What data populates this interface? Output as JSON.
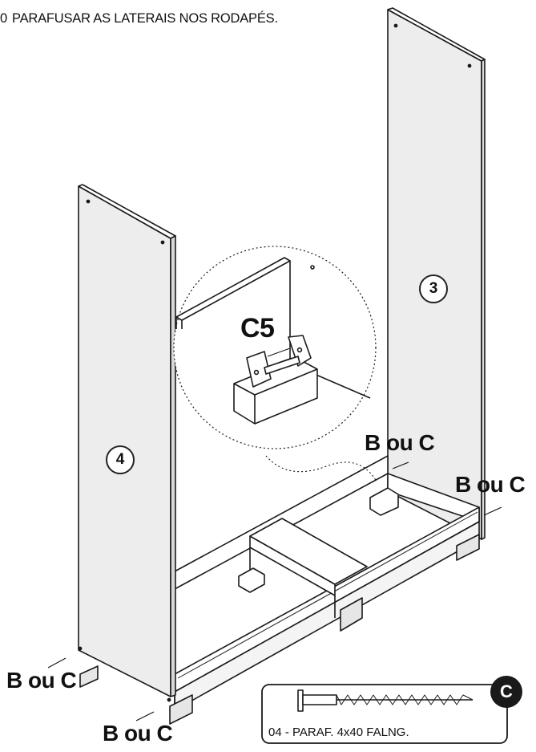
{
  "instruction": {
    "step_number": "0",
    "text": "PARAFUSAR AS LATERAIS NOS RODAPÉS."
  },
  "parts": {
    "panel_left": "4",
    "panel_right": "3"
  },
  "detail": {
    "label": "C5"
  },
  "screw_callouts": {
    "top_center": "B ou C",
    "right": "B ou C",
    "bottom_left": "B ou C",
    "bottom_center": "B ou C"
  },
  "legend": {
    "letter": "C",
    "text": "04 - PARAF. 4x40 FALNG."
  },
  "colors": {
    "panel_fill": "#ededed",
    "line": "#1a1a1a",
    "legend_badge": "#1a1a1a"
  }
}
